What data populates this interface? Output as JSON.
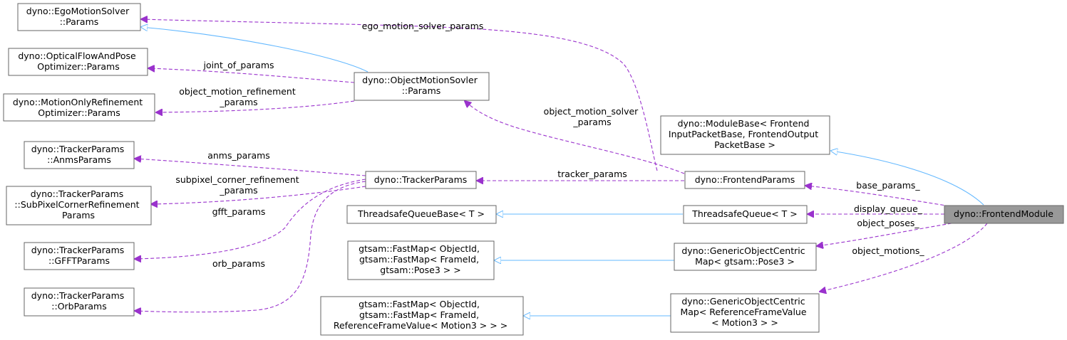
{
  "nodes": {
    "ego_motion_solver_params": [
      "dyno::EgoMotionSolver",
      "::Params"
    ],
    "optical_flow_params": [
      "dyno::OpticalFlowAndPose",
      "Optimizer::Params"
    ],
    "motion_only_params": [
      "dyno::MotionOnlyRefinement",
      "Optimizer::Params"
    ],
    "object_motion_solver_params": [
      "dyno::ObjectMotionSovler",
      "::Params"
    ],
    "anms_params": [
      "dyno::TrackerParams",
      "::AnmsParams"
    ],
    "subpixel_params": [
      "dyno::TrackerParams",
      "::SubPixelCornerRefinement",
      "Params"
    ],
    "gfft_params": [
      "dyno::TrackerParams",
      "::GFFTParams"
    ],
    "orb_params": [
      "dyno::TrackerParams",
      "::OrbParams"
    ],
    "tracker_params": [
      "dyno::TrackerParams"
    ],
    "module_base": [
      "dyno::ModuleBase< Frontend",
      "InputPacketBase, FrontendOutput",
      "PacketBase >"
    ],
    "frontend_params": [
      "dyno::FrontendParams"
    ],
    "threadsafe_queue_base": [
      "ThreadsafeQueueBase< T >"
    ],
    "threadsafe_queue": [
      "ThreadsafeQueue< T >"
    ],
    "fastmap_pose3": [
      "gtsam::FastMap< ObjectId,",
      "gtsam::FastMap< FrameId,",
      "gtsam::Pose3  > >"
    ],
    "object_centric_pose3": [
      "dyno::GenericObjectCentric",
      "Map< gtsam::Pose3 >"
    ],
    "fastmap_motion3": [
      "gtsam::FastMap< ObjectId,",
      "gtsam::FastMap< FrameId,",
      "ReferenceFrameValue< Motion3 > > >"
    ],
    "object_centric_motion3": [
      "dyno::GenericObjectCentric",
      "Map< ReferenceFrameValue",
      "< Motion3 > >"
    ],
    "frontend_module": [
      "dyno::FrontendModule"
    ]
  },
  "edge_labels": {
    "ego_motion_solver_params": [
      "ego_motion_solver_params"
    ],
    "joint_of_params": [
      "joint_of_params"
    ],
    "object_motion_refinement_params": [
      "object_motion_refinement",
      "_params"
    ],
    "object_motion_solver_params": [
      "object_motion_solver",
      "_params"
    ],
    "anms_params": [
      "anms_params"
    ],
    "subpixel_corner_refinement_params": [
      "subpixel_corner_refinement",
      "_params"
    ],
    "gfft_params": [
      "gfft_params"
    ],
    "orb_params": [
      "orb_params"
    ],
    "tracker_params": [
      "tracker_params"
    ],
    "base_params": [
      "base_params_"
    ],
    "display_queue": [
      "display_queue_"
    ],
    "object_poses": [
      "object_poses_"
    ],
    "object_motions": [
      "object_motions_"
    ]
  },
  "colors": {
    "inheritance_edge": "#63b8ff",
    "member_edge": "#9a32cd",
    "focus_node_fill": "#999999",
    "node_border": "#666666"
  }
}
